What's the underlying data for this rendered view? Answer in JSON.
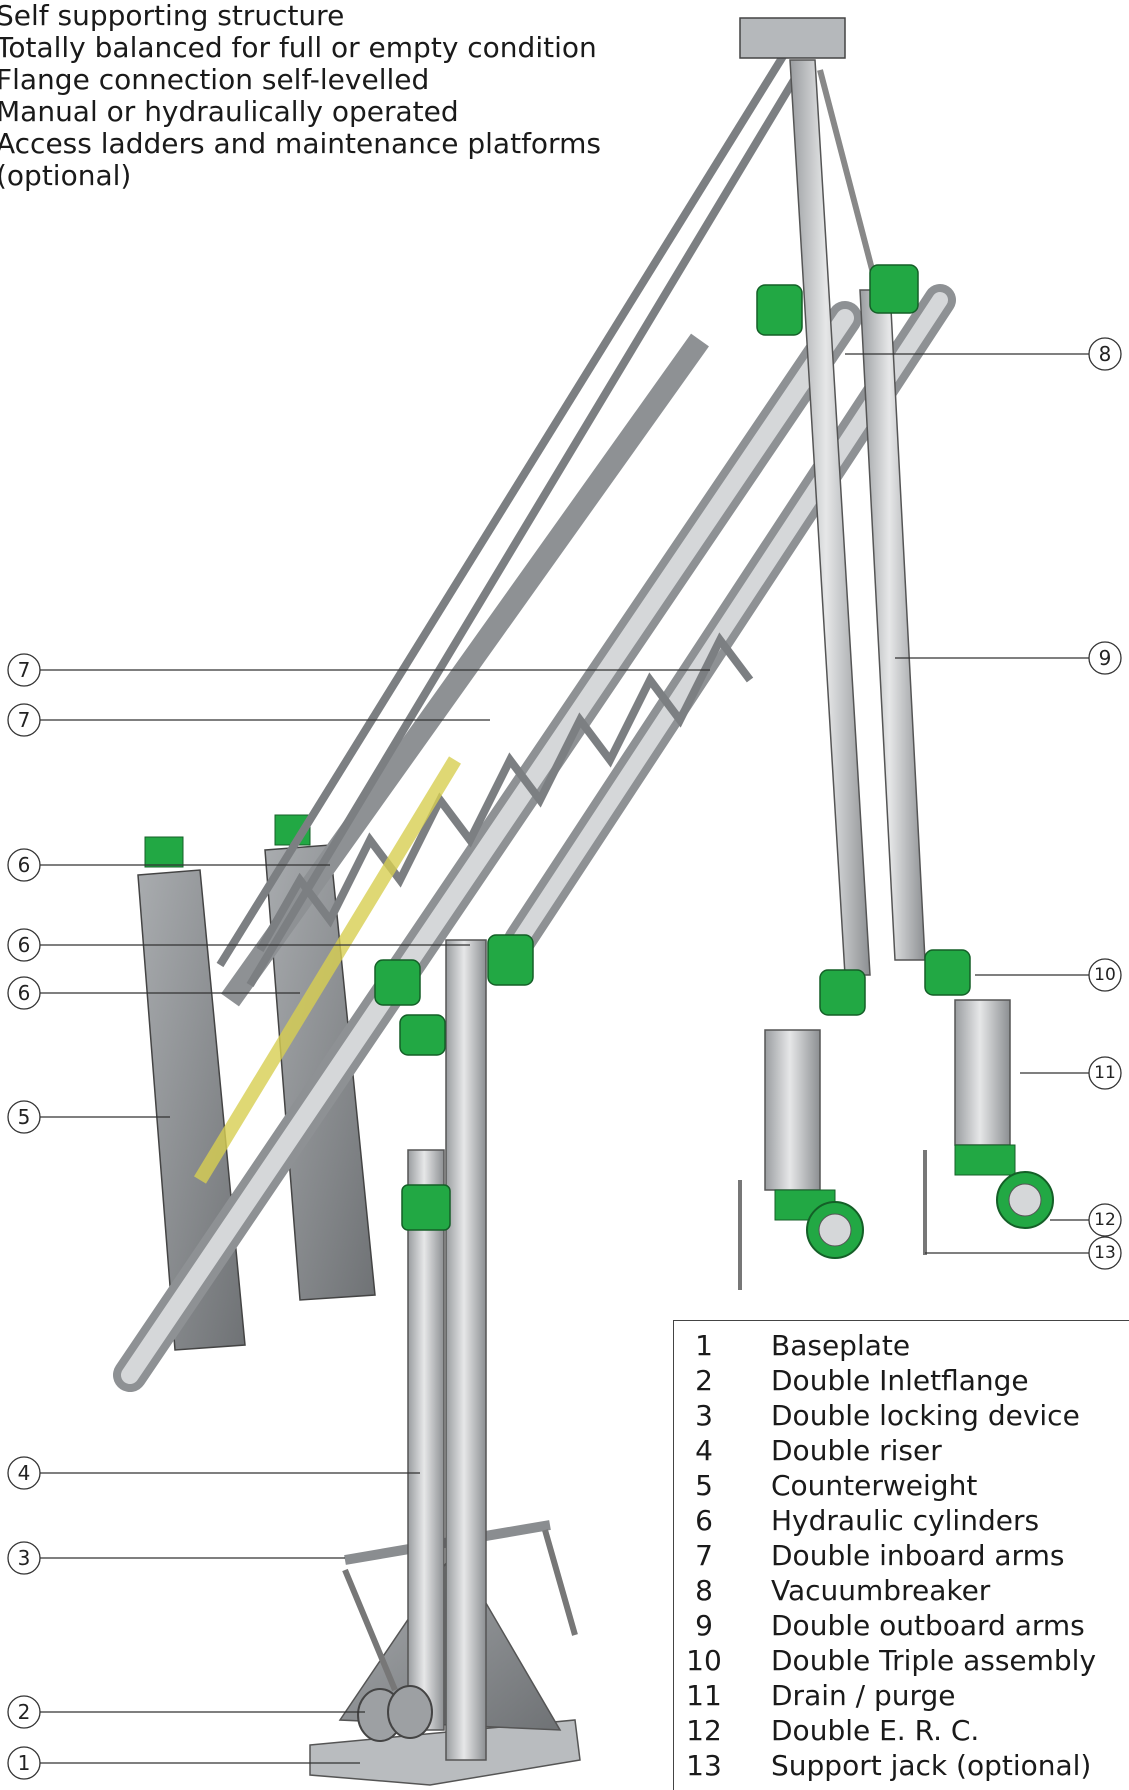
{
  "features": [
    "Self supporting structure",
    "Totally balanced for full or empty condition",
    "Flange connection self-levelled",
    "Manual or hydraulically operated",
    "Access ladders and maintenance platforms",
    "(optional)"
  ],
  "callouts": [
    "8",
    "9",
    "7",
    "7",
    "6",
    "6",
    "6",
    "5",
    "4",
    "3",
    "2",
    "1",
    "10",
    "11",
    "12",
    "13"
  ],
  "legend": [
    {
      "num": "1",
      "label": "Baseplate"
    },
    {
      "num": "2",
      "label": "Double Inletflange"
    },
    {
      "num": "3",
      "label": "Double locking device"
    },
    {
      "num": "4",
      "label": "Double riser"
    },
    {
      "num": "5",
      "label": "Counterweight"
    },
    {
      "num": "6",
      "label": "Hydraulic cylinders"
    },
    {
      "num": "7",
      "label": "Double inboard arms"
    },
    {
      "num": "8",
      "label": "Vacuumbreaker"
    },
    {
      "num": "9",
      "label": "Double outboard arms"
    },
    {
      "num": "10",
      "label": "Double Triple assembly"
    },
    {
      "num": "11",
      "label": "Drain / purge"
    },
    {
      "num": "12",
      "label": "Double E. R. C."
    },
    {
      "num": "13",
      "label": "Support jack (optional)"
    }
  ],
  "colors": {
    "steel": "#c4c6c8",
    "steel_dark": "#8a8d90",
    "flange_green": "#22a844",
    "cylinder_yellow": "#d8cf52",
    "line": "#333333"
  }
}
